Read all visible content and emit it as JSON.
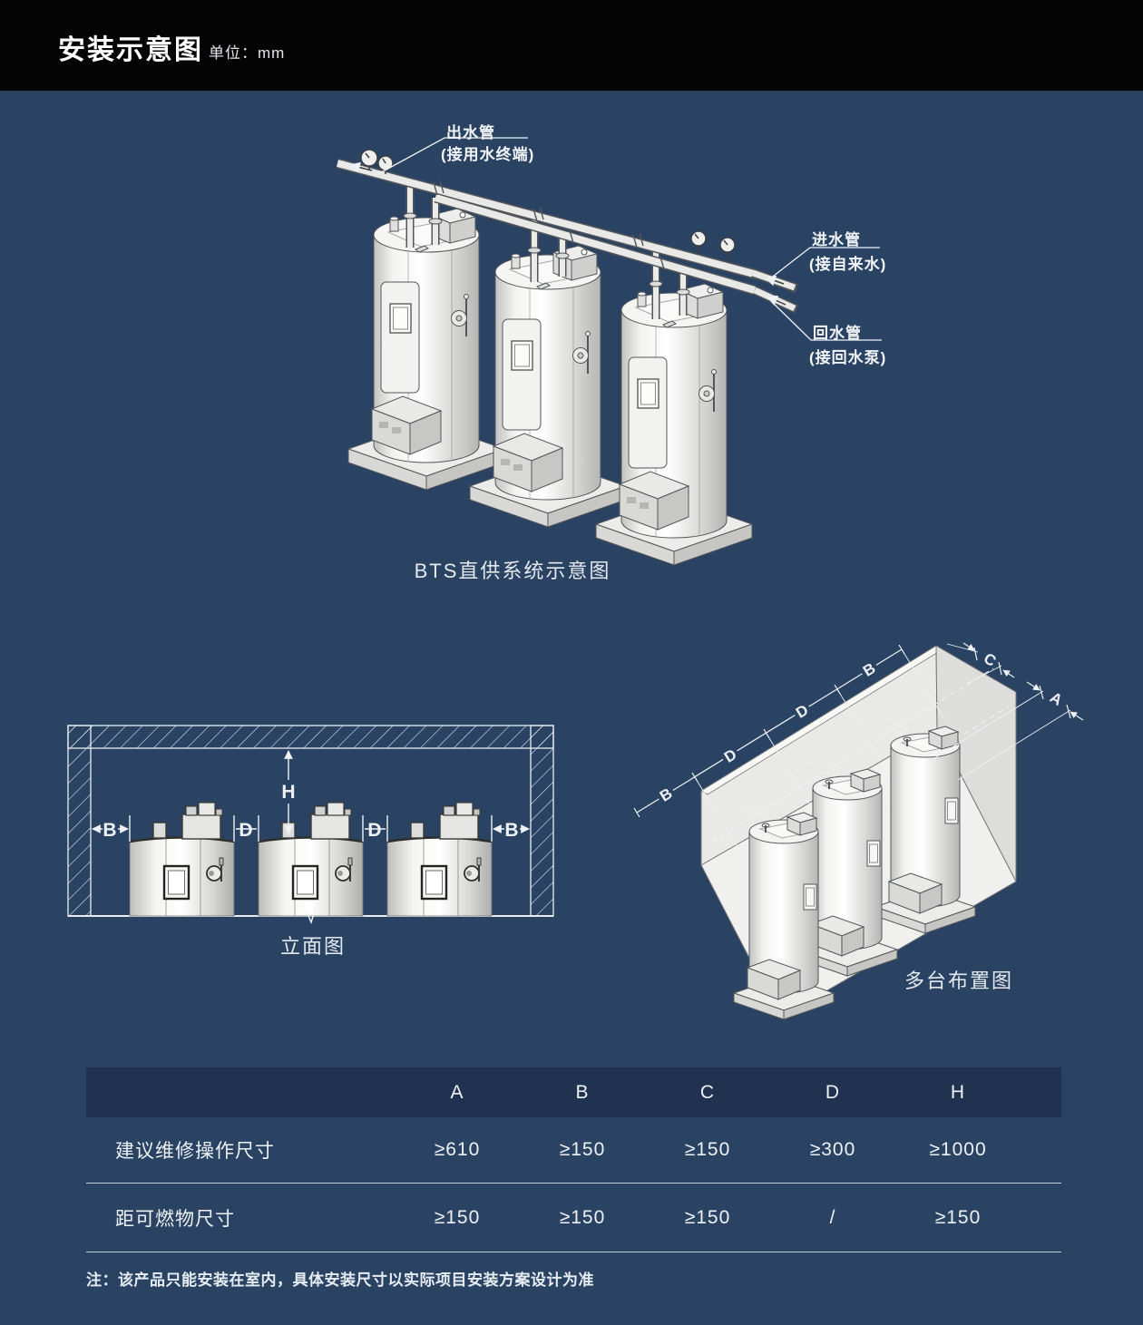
{
  "header": {
    "title": "安装示意图",
    "unit": "单位：mm"
  },
  "system": {
    "caption": "BTS直供系统示意图",
    "outlet_label": "出水管",
    "outlet_sub": "(接用水终端)",
    "inlet_label": "进水管",
    "inlet_sub": "(接自来水)",
    "return_label": "回水管",
    "return_sub": "(接回水泵)"
  },
  "elevation": {
    "caption": "立面图",
    "dim_b_left": "B",
    "dim_d_left": "D",
    "dim_h": "H",
    "dim_d_right": "D",
    "dim_b_right": "B"
  },
  "layout": {
    "caption": "多台布置图",
    "dims": {
      "b_outer": "B",
      "d1": "D",
      "d2": "D",
      "b_inner": "B",
      "c": "C",
      "a": "A"
    }
  },
  "table": {
    "headers": [
      "A",
      "B",
      "C",
      "D",
      "H"
    ],
    "rows": [
      {
        "label": "建议维修操作尺寸",
        "values": [
          "≥610",
          "≥150",
          "≥150",
          "≥300",
          "≥1000"
        ]
      },
      {
        "label": "距可燃物尺寸",
        "values": [
          "≥150",
          "≥150",
          "≥150",
          "/",
          "≥150"
        ]
      }
    ]
  },
  "note": "注：该产品只能安装在室内，具体安装尺寸以实际项目安装方案设计为准",
  "colors": {
    "background": "#2a4363",
    "header_bar": "#040404",
    "table_header": "#20324f"
  }
}
